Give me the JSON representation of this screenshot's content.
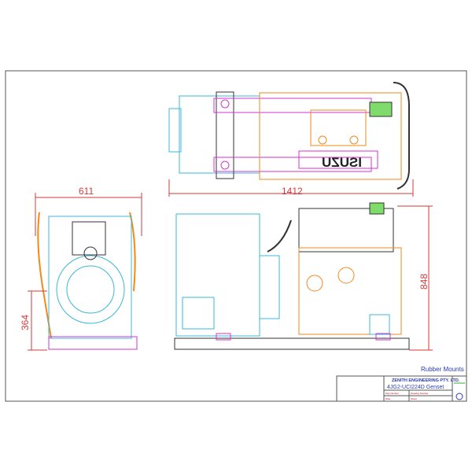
{
  "dimensions": {
    "width_top": "1412",
    "width_end": "611",
    "height_axis": "364",
    "height_total": "848"
  },
  "engine_brand": "ISUZU",
  "note": "Rubber Mounts",
  "title_block": {
    "company": "ZENITH ENGINEERING PTY. LTD.",
    "title": "4JG2-UCI224D Genset",
    "label_part": "Part Number",
    "label_drawing": "Drawing Number",
    "label_date": "Date",
    "label_sheet": "Sheet"
  },
  "colors": {
    "generator": "#3bb8d8",
    "engine": "#f08a1c",
    "frame": "#d236d2",
    "dimension": "#d23a3a",
    "title": "#2a3cb8"
  }
}
